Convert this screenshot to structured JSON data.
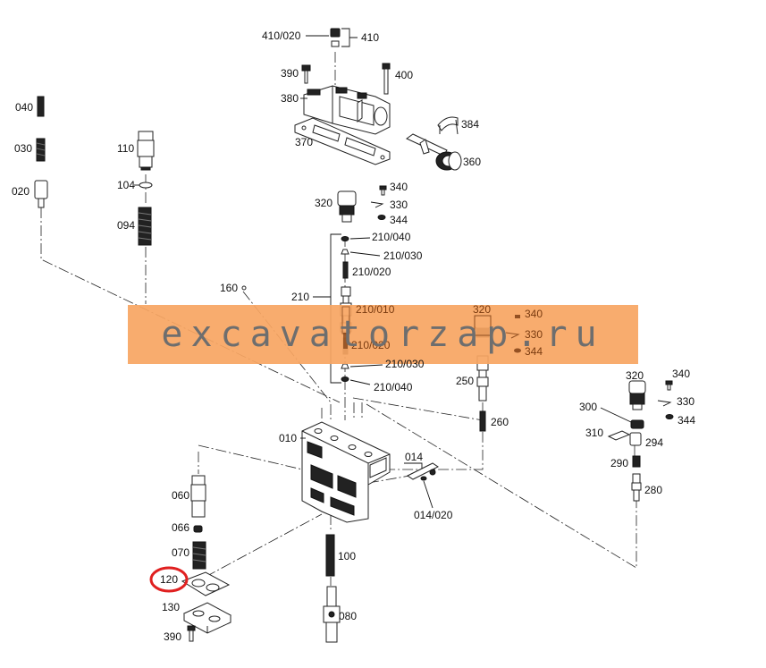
{
  "watermark": {
    "text": "excavatorzap.ru",
    "band_color": "#f7a663",
    "text_color": "#6e6e6e"
  },
  "highlight": {
    "target": "120",
    "color": "#e02020"
  },
  "callouts": {
    "c410_020": "410/020",
    "c410": "410",
    "c390_top": "390",
    "c400": "400",
    "c380": "380",
    "c384": "384",
    "c370": "370",
    "c360": "360",
    "c040": "040",
    "c030": "030",
    "c020": "020",
    "c110": "110",
    "c104": "104",
    "c094": "094",
    "c320_mid": "320",
    "c340_mid": "340",
    "c330_mid": "330",
    "c344_mid": "344",
    "c210_040_top": "210/040",
    "c210_030_top": "210/030",
    "c210_020_top": "210/020",
    "c160": "160",
    "c210": "210",
    "c210_010": "210/010",
    "c210_020_bot": "210/020",
    "c210_030_bot": "210/030",
    "c210_040_bot": "210/040",
    "c320_wm": "320",
    "c340_wm": "340",
    "c330_wm": "330",
    "c344_wm": "344",
    "c250": "250",
    "c260": "260",
    "c320_right": "320",
    "c340_right": "340",
    "c330_right": "330",
    "c344_right": "344",
    "c300": "300",
    "c310": "310",
    "c294": "294",
    "c290": "290",
    "c280": "280",
    "c010": "010",
    "c014": "014",
    "c014_020": "014/020",
    "c060": "060",
    "c066": "066",
    "c070": "070",
    "c120": "120",
    "c130": "130",
    "c390_bot": "390",
    "c100": "100",
    "c080": "080"
  },
  "icons": {
    "valve_body": "valve-body-icon",
    "solenoid": "solenoid-valve-icon",
    "spring": "spring-icon",
    "piston": "piston-icon",
    "gasket": "gasket-icon",
    "screw": "screw-icon",
    "wiring_harness": "wiring-harness-icon"
  }
}
